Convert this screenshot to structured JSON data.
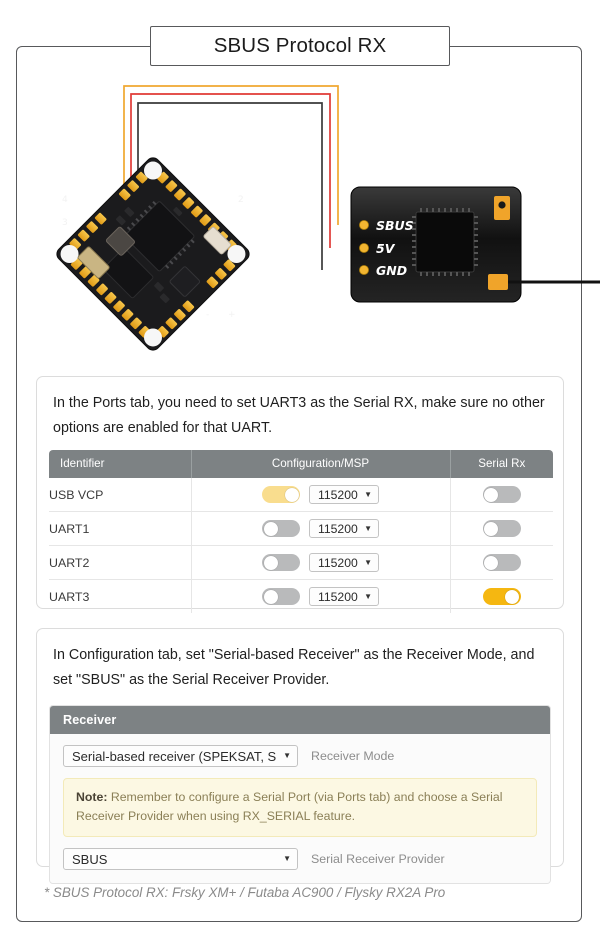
{
  "title": "SBUS Protocol RX",
  "diagram": {
    "receiver_pads": [
      {
        "label": "SBUS",
        "wire_color": "#f0a830"
      },
      {
        "label": "5V",
        "wire_color": "#e03a36"
      },
      {
        "label": "GND",
        "wire_color": "#3a3a3a"
      }
    ],
    "board_corner_labels": [
      "4",
      "3",
      "2"
    ],
    "board_polarity_labels": [
      "-",
      "+"
    ]
  },
  "ports_section": {
    "instruction": "In the Ports tab, you need to set UART3 as the Serial RX, make sure no other options are enabled for that UART.",
    "table": {
      "headers": [
        "Identifier",
        "Configuration/MSP",
        "Serial Rx"
      ],
      "rows": [
        {
          "identifier": "USB VCP",
          "config_toggle": "on-pale",
          "baud": "115200",
          "serial_rx_toggle": "off"
        },
        {
          "identifier": "UART1",
          "config_toggle": "off",
          "baud": "115200",
          "serial_rx_toggle": "off"
        },
        {
          "identifier": "UART2",
          "config_toggle": "off",
          "baud": "115200",
          "serial_rx_toggle": "off"
        },
        {
          "identifier": "UART3",
          "config_toggle": "off",
          "baud": "115200",
          "serial_rx_toggle": "on-amber"
        }
      ]
    }
  },
  "config_section": {
    "instruction": "In Configuration tab, set \"Serial-based Receiver\" as the Receiver Mode, and set \"SBUS\" as the Serial Receiver Provider.",
    "panel_title": "Receiver",
    "receiver_mode_value": "Serial-based receiver (SPEKSAT, S",
    "receiver_mode_label": "Receiver Mode",
    "note_prefix": "Note:",
    "note_text": " Remember to configure a Serial Port (via Ports tab) and choose a Serial Receiver Provider when using RX_SERIAL feature.",
    "provider_value": "SBUS",
    "provider_label": "Serial Receiver Provider"
  },
  "footer": "* SBUS Protocol RX: Frsky XM+ / Futaba AC900 / Flysky RX2A Pro",
  "colors": {
    "header_gray": "#7d8284",
    "toggle_on_amber": "#f5b711",
    "toggle_on_pale": "#f9dd8e",
    "toggle_off": "#b9babb",
    "note_bg": "#fcf8e3"
  }
}
